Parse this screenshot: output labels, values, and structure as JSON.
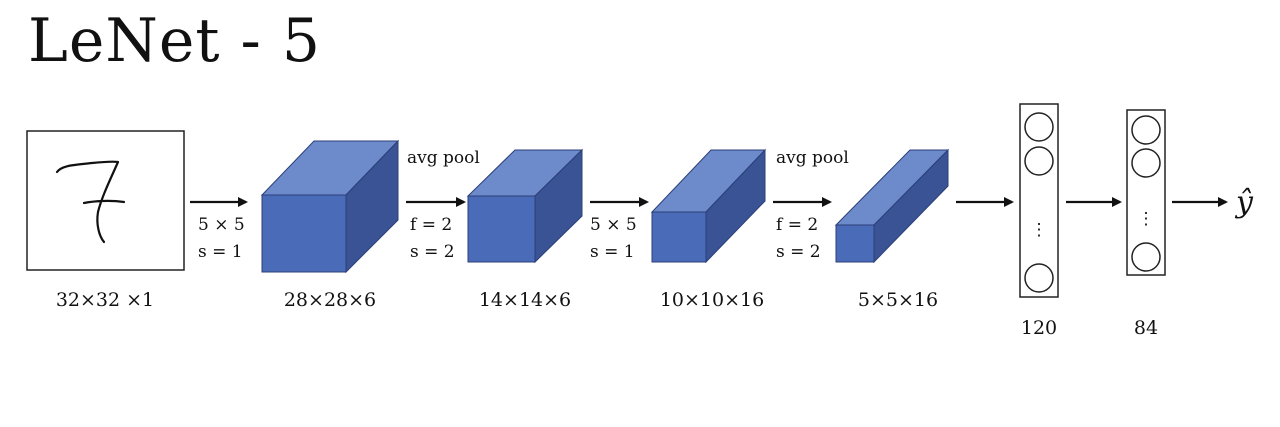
{
  "title": "LeNet - 5",
  "colors": {
    "cube_front": "#4a6bb8",
    "cube_top": "#6d8bcb",
    "cube_side": "#3a5394",
    "cube_edge": "#2b3f78",
    "ink": "#111111"
  },
  "input": {
    "digit": "7",
    "label": "32×32 ×1"
  },
  "volumes": [
    {
      "label": "28×28×6"
    },
    {
      "label": "14×14×6"
    },
    {
      "label": "10×10×16"
    },
    {
      "label": "5×5×16"
    }
  ],
  "operations": [
    {
      "line1": "",
      "line2": "5 × 5",
      "line3": "s = 1"
    },
    {
      "line1": "avg pool",
      "line2": "f = 2",
      "line3": "s = 2"
    },
    {
      "line1": "",
      "line2": "5 × 5",
      "line3": "s = 1"
    },
    {
      "line1": "avg pool",
      "line2": "f = 2",
      "line3": "s = 2"
    }
  ],
  "fc_layers": [
    {
      "label": "120",
      "dots": "⋮"
    },
    {
      "label": "84",
      "dots": "⋮"
    }
  ],
  "output": {
    "label": "ŷ"
  }
}
